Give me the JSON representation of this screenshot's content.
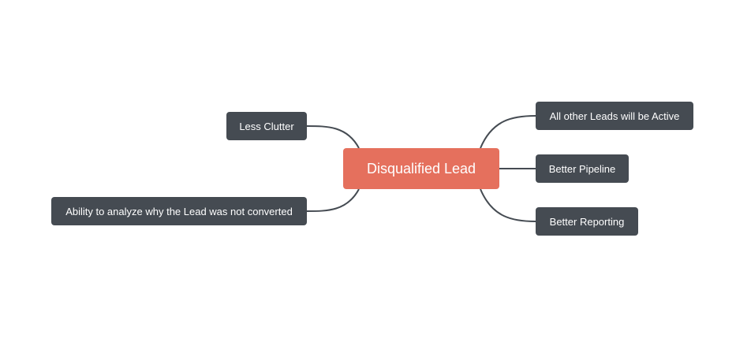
{
  "colors": {
    "root_fill": "#E5705D",
    "node_fill": "#454B52",
    "connector": "#454B52",
    "text": "#FFFFFF",
    "background": "#FFFFFF"
  },
  "mindmap": {
    "root": "Disqualified Lead",
    "left_branches": [
      "Less Clutter",
      "Ability to analyze why the Lead was not converted"
    ],
    "right_branches": [
      "All other Leads will be Active",
      "Better Pipeline",
      "Better Reporting"
    ]
  }
}
